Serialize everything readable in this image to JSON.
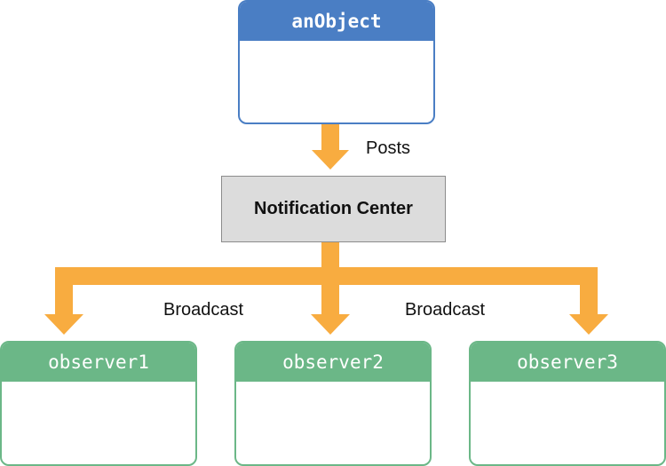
{
  "source": {
    "name": "anObject"
  },
  "center": {
    "label": "Notification Center"
  },
  "labels": {
    "posts": "Posts",
    "broadcast_left": "Broadcast",
    "broadcast_right": "Broadcast"
  },
  "observers": [
    {
      "name": "observer1"
    },
    {
      "name": "observer2"
    },
    {
      "name": "observer3"
    }
  ],
  "colors": {
    "source_header": "#4a7ec4",
    "observer_header": "#6bb787",
    "arrow": "#f8ac40",
    "center_fill": "#dcdcdc"
  }
}
